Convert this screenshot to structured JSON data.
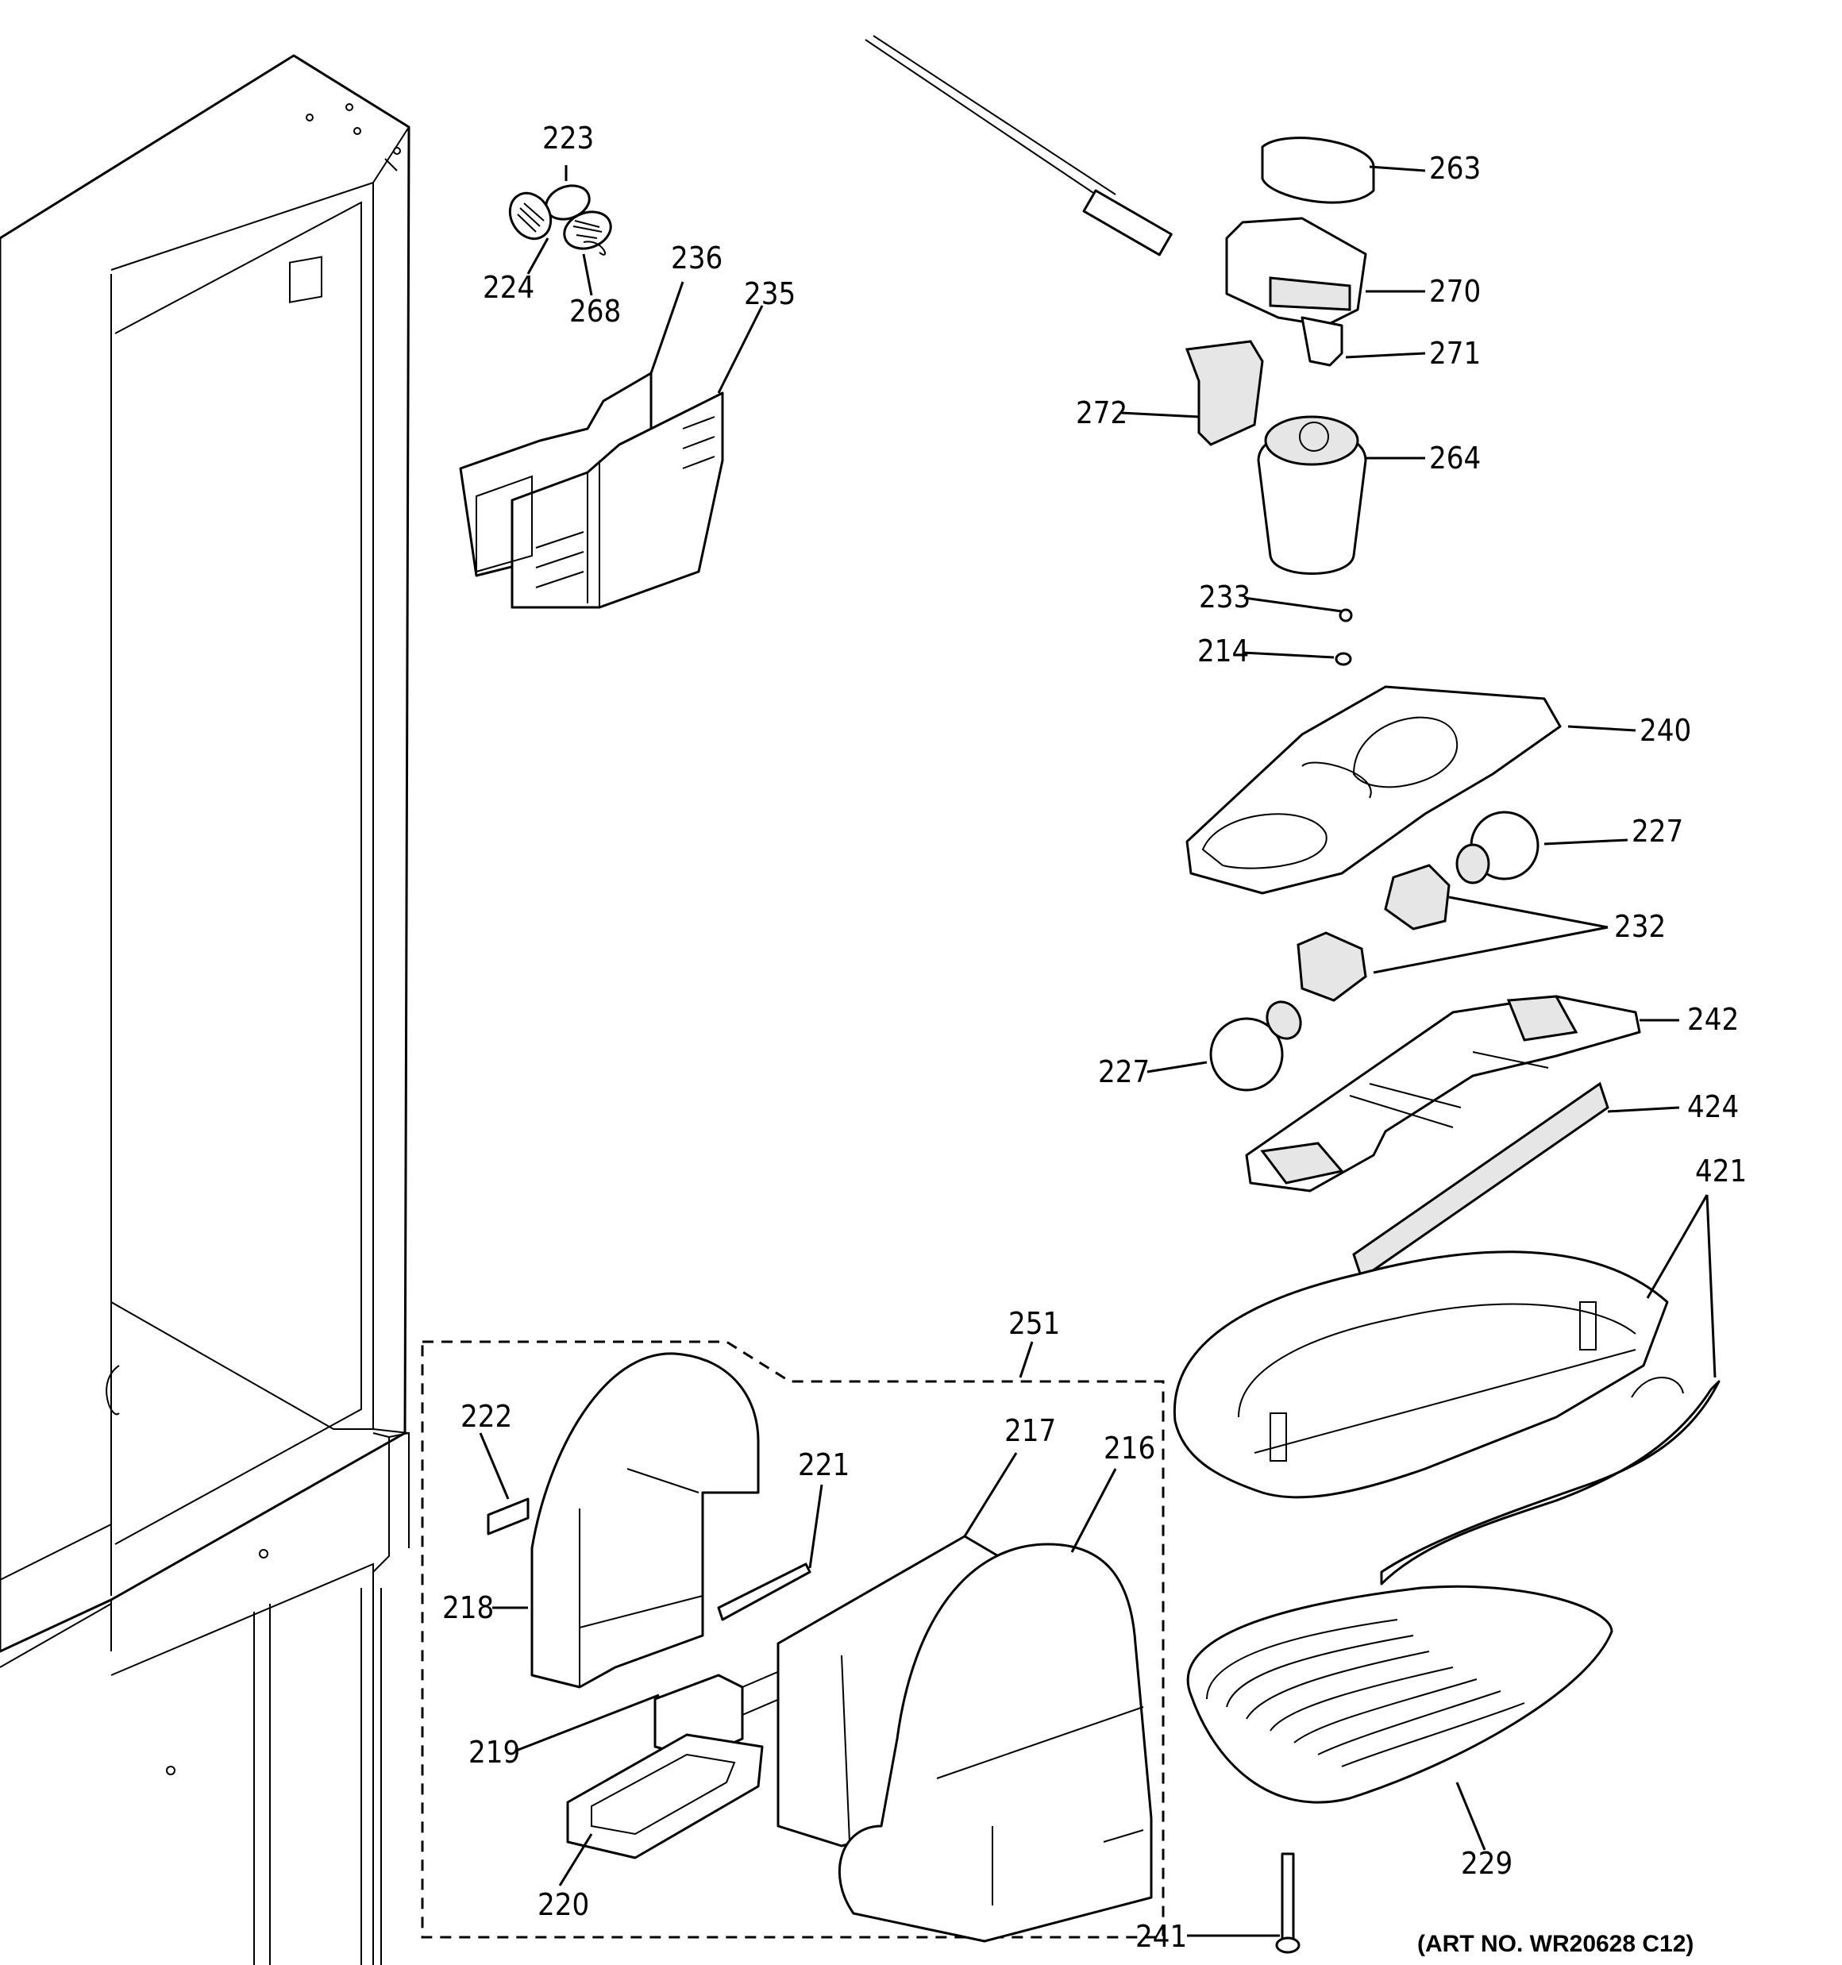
{
  "labels": {
    "l223": "223",
    "l224": "224",
    "l268": "268",
    "l236": "236",
    "l235": "235",
    "l263": "263",
    "l270": "270",
    "l271": "271",
    "l272": "272",
    "l264": "264",
    "l233": "233",
    "l214": "214",
    "l240": "240",
    "l227a": "227",
    "l232": "232",
    "l242": "242",
    "l227b": "227",
    "l424": "424",
    "l421": "421",
    "l251": "251",
    "l217": "217",
    "l216": "216",
    "l222": "222",
    "l221": "221",
    "l218": "218",
    "l219": "219",
    "l220": "220",
    "l229": "229",
    "l241": "241"
  },
  "art_number": "(ART NO. WR20628 C12)",
  "colors": {
    "line": "#000000",
    "background": "#ffffff",
    "shade": "#e6e6e6"
  }
}
